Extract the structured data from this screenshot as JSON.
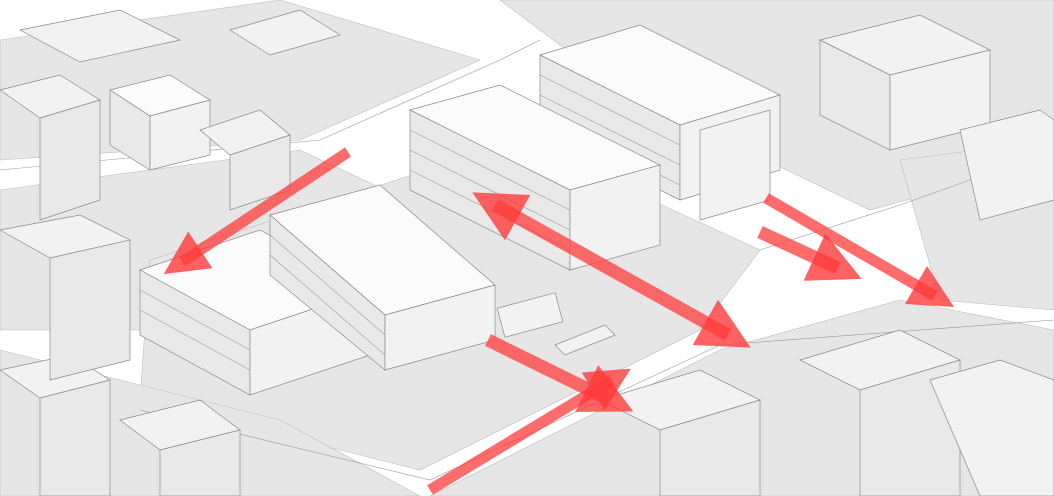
{
  "diagram": {
    "type": "isometric-urban-flow-diagram",
    "background_color": "#ffffff",
    "building_fill": "#f2f2f2",
    "building_stroke": "#8a8a8a",
    "arrow_color": "#ff3b3b",
    "arrow_opacity": 0.75,
    "arrows": [
      {
        "name": "flow-arrow-west",
        "direction": "single",
        "heads": 1
      },
      {
        "name": "flow-arrow-central",
        "direction": "double",
        "heads": 2
      },
      {
        "name": "flow-arrow-east-upper",
        "direction": "single",
        "heads": 1
      },
      {
        "name": "flow-arrow-east-lower",
        "direction": "single",
        "heads": 1
      },
      {
        "name": "flow-arrow-south-in",
        "direction": "single",
        "heads": 1
      },
      {
        "name": "flow-arrow-south-out",
        "direction": "single",
        "heads": 1
      }
    ]
  }
}
